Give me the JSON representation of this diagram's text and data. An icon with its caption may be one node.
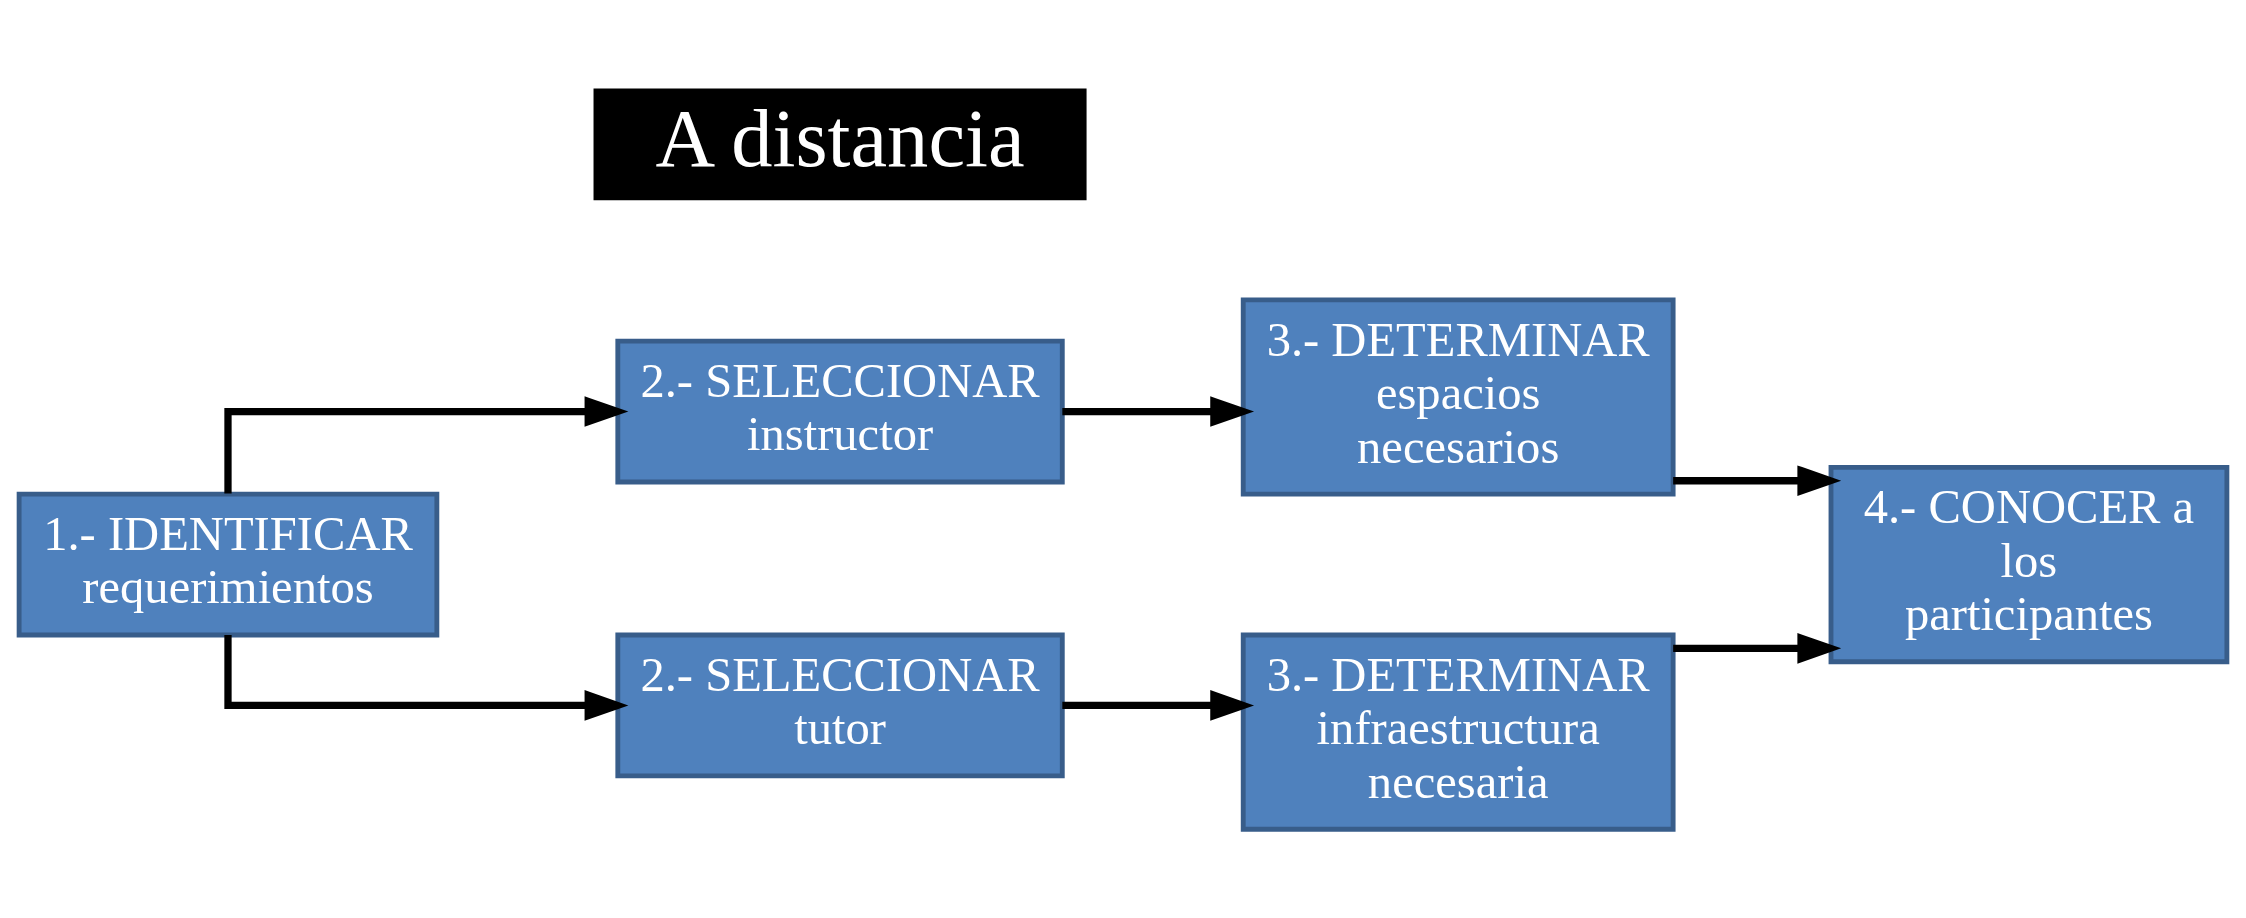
{
  "diagram": {
    "nodes": [
      {
        "text": [
          "1.- IDENTIFICAR requerimientos"
        ]
      },
      {
        "text": [
          "2.- SELECCIONAR instructor"
        ]
      },
      {
        "text": [
          "3.- DETERMINAR espacios necesarios"
        ]
      },
      {
        "text": [
          "4.- CONOCER a los participantes"
        ]
      },
      {
        "text": [
          "A distancia"
        ]
      },
      {
        "text": [
          "2.- SELECCIONAR tutor"
        ]
      },
      {
        "text": [
          "3.- DETERMINAR infraestructura necesaria"
        ]
      }
    ],
    "edges": [
      {
        "from": 0,
        "to": 1,
        "arrow": "to"
      },
      {
        "from": 1,
        "to": 2,
        "arrow": "to"
      },
      {
        "from": 2,
        "to": 3,
        "arrow": "to"
      },
      {
        "from": 0,
        "to": 5,
        "arrow": "to"
      },
      {
        "from": 5,
        "to": 6,
        "arrow": "to"
      },
      {
        "from": 6,
        "to": 3,
        "arrow": "to"
      }
    ]
  }
}
